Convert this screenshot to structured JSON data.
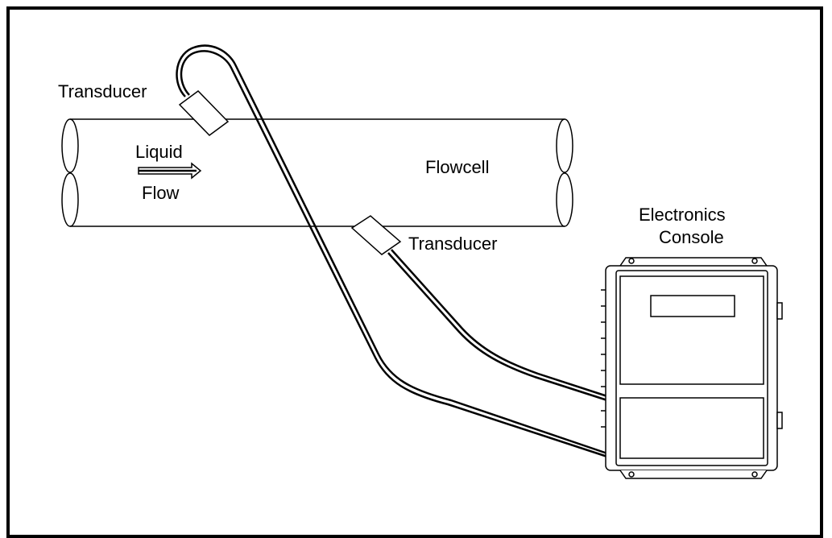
{
  "labels": {
    "transducer_top": "Transducer",
    "transducer_bottom": "Transducer",
    "liquid": "Liquid",
    "flow": "Flow",
    "flowcell": "Flowcell",
    "electronics": "Electronics",
    "console": "Console"
  },
  "colors": {
    "line": "#000000",
    "background": "#ffffff"
  }
}
